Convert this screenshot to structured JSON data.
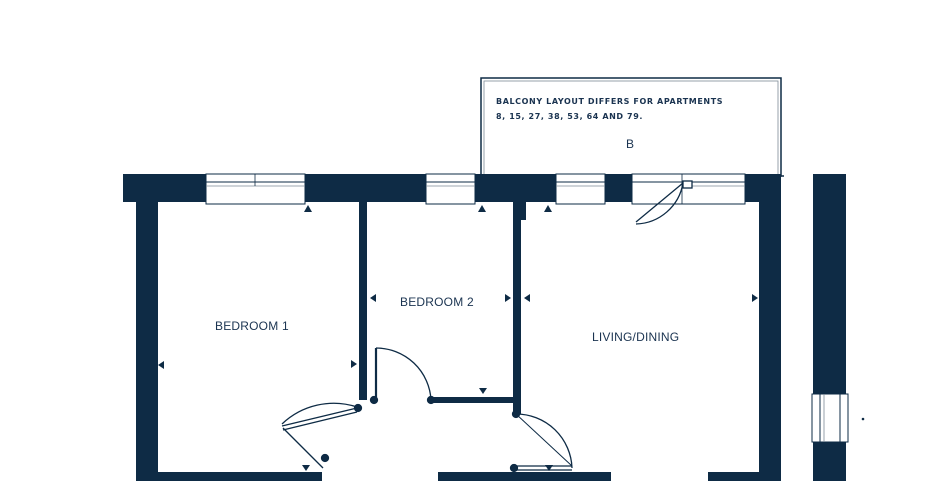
{
  "colors": {
    "wall": "#0e2b45",
    "text": "#1a3350",
    "glazing": "#7d8a96",
    "background": "#ffffff"
  },
  "balcony": {
    "note_line1": "BALCONY LAYOUT DIFFERS FOR APARTMENTS",
    "note_line2": "8, 15, 27, 38, 53, 64 AND 79.",
    "label": "B"
  },
  "rooms": {
    "bedroom1": "BEDROOM 1",
    "bedroom2": "BEDROOM 2",
    "living": "LIVING/DINING"
  },
  "icons": [
    "arrow-marker-icon",
    "door-swing-icon",
    "window-icon"
  ]
}
